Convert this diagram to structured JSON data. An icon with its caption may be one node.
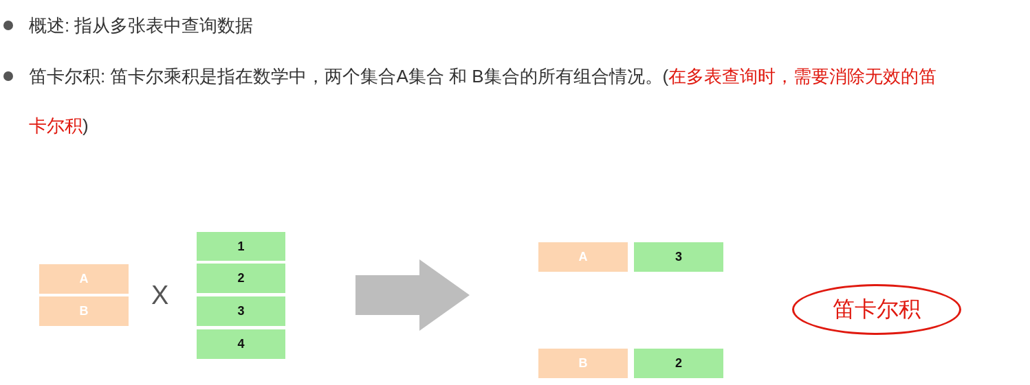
{
  "diagram": {
    "nodes": [
      {
        "text": [
          "A"
        ]
      },
      {
        "text": [
          "B"
        ]
      },
      {
        "text": [
          "1"
        ]
      },
      {
        "text": [
          "2"
        ]
      },
      {
        "text": [
          "3"
        ]
      },
      {
        "text": [
          "4"
        ]
      },
      {
        "text": [
          "A"
        ]
      },
      {
        "text": [
          "3"
        ]
      },
      {
        "text": [
          "B"
        ]
      },
      {
        "text": [
          "2"
        ]
      },
      {
        "text": [
          "笛卡尔积"
        ]
      }
    ],
    "labels": [
      "概述: 指从多张表中查询数据",
      "笛卡尔积: 笛卡尔乘积是指在数学中，两个集合A集合 和 B集合的所有组合情况。",
      "(在多表查询时，需要消除无效的笛卡尔积)",
      "X"
    ]
  }
}
